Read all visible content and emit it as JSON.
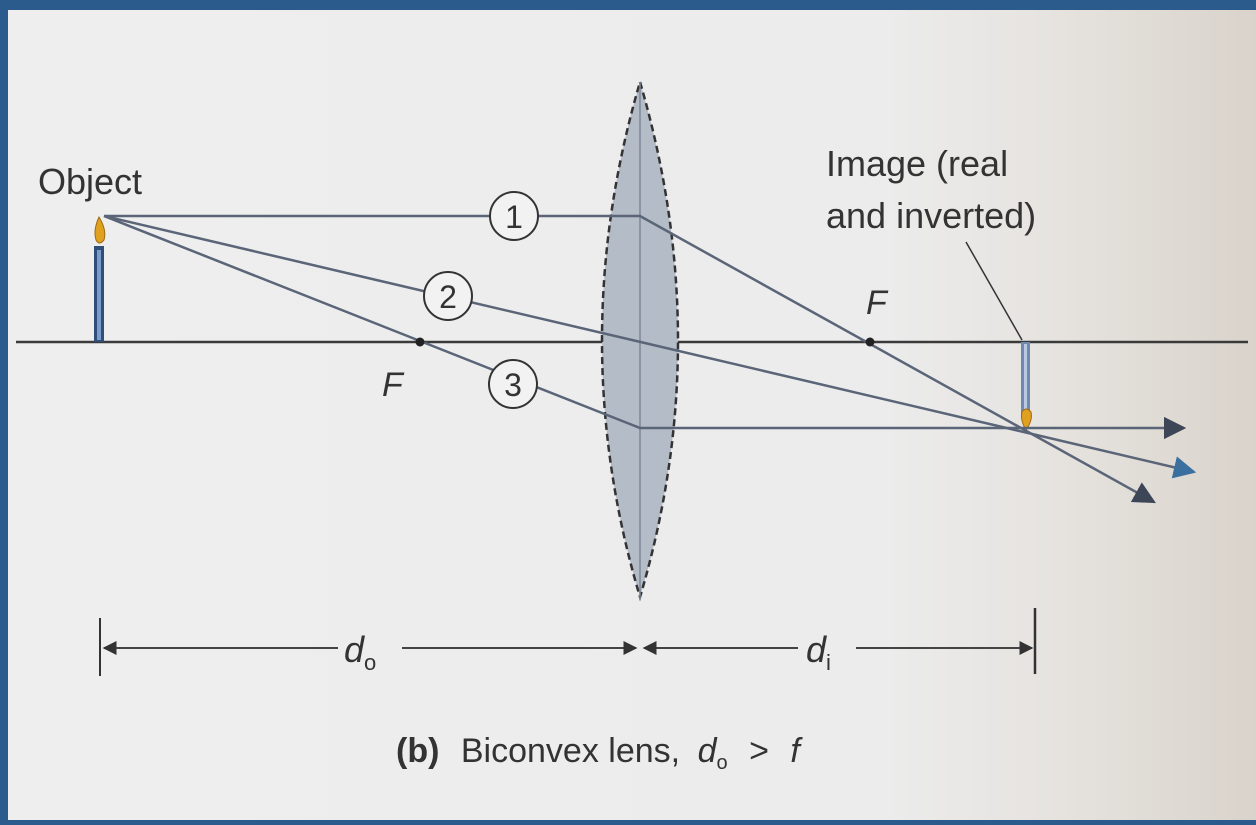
{
  "diagram": {
    "object_label": "Object",
    "image_label_line1": "Image (real",
    "image_label_line2": "and inverted)",
    "focal_point_label": "F",
    "ray_labels": [
      "1",
      "2",
      "3"
    ],
    "distance_object_symbol": "d",
    "distance_object_subscript": "o",
    "distance_image_symbol": "d",
    "distance_image_subscript": "i",
    "caption_tag": "(b)",
    "caption_text": "Biconvex lens,",
    "caption_relation": ">",
    "caption_focal": "f",
    "colors": {
      "background": "#ececec",
      "frame": "#2b5a8c",
      "lens_fill": "#b4bcc8",
      "lens_outline": "#333333",
      "ray": "#5a6578",
      "object_body": "#2f4f78",
      "flame": "#e0a020"
    }
  }
}
